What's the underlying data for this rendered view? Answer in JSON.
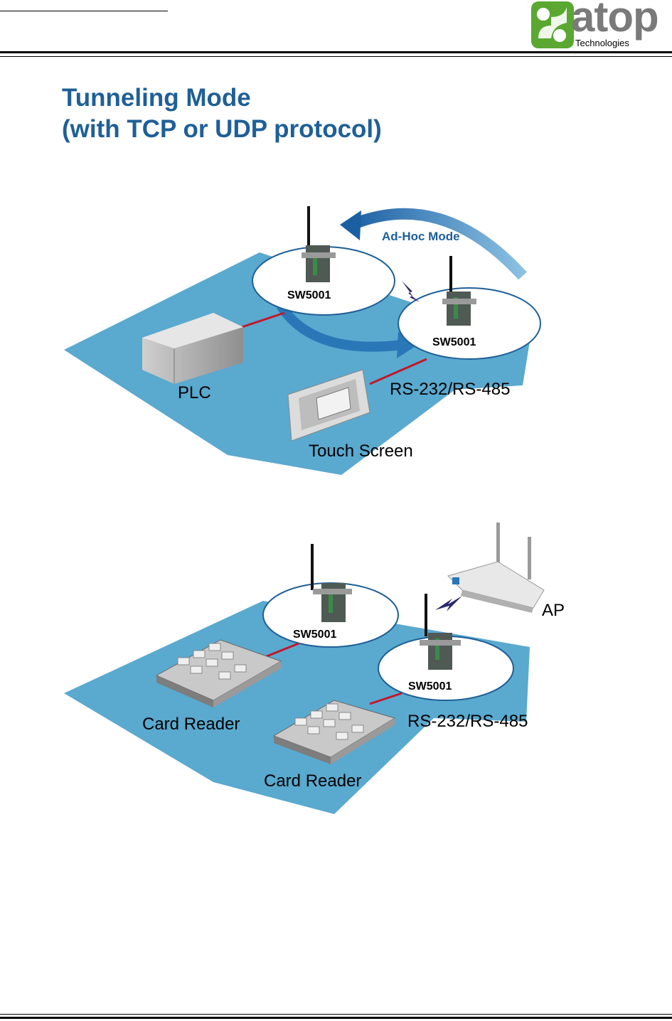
{
  "header": {
    "logo": {
      "word": "atop",
      "sub": "Technologies",
      "brand_green": "#5aa832",
      "word_color": "#7a7a7a"
    }
  },
  "title": {
    "line1": "Tunneling Mode",
    "line2": "(with TCP or UDP protocol)",
    "color": "#1f5f97"
  },
  "diagram1": {
    "ad_hoc_label": "Ad-Hoc Mode",
    "device_left": "SW5001",
    "device_right": "SW5001",
    "plc": "PLC",
    "serial": "RS-232/RS-485",
    "touch": "Touch Screen",
    "floor_color": "#5aa9cf",
    "arrow_color": "#2a77b8"
  },
  "diagram2": {
    "device_left": "SW5001",
    "device_right": "SW5001",
    "ap": "AP",
    "serial": "RS-232/RS-485",
    "card_reader_1": "Card Reader",
    "card_reader_2": "Card Reader"
  }
}
